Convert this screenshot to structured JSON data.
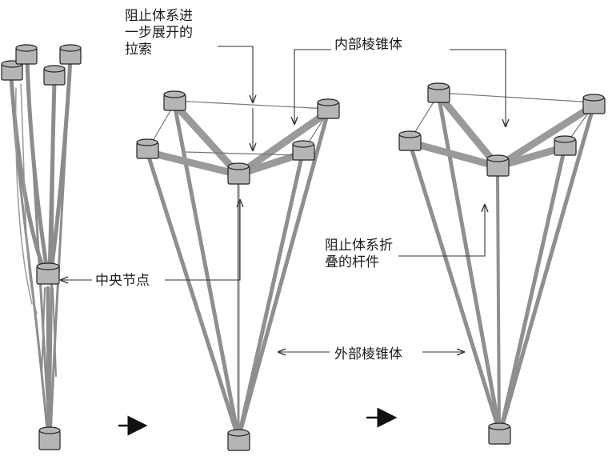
{
  "labels": {
    "restraint_cables": "阻止体系进\n一步展开的\n拉索",
    "inner_pyramid": "内部棱锥体",
    "central_node": "中央节点",
    "restraint_folded_bars": "阻止体系折\n叠的杆件",
    "outer_pyramid": "外部棱锥体"
  },
  "colors": {
    "strut": "#a3a3a3",
    "strut_edge": "#555555",
    "node_fill": "#b5b5b5",
    "node_edge": "#222222",
    "leader": "#333333",
    "text": "#1a1a1a"
  },
  "icons": [
    "arrow-right-icon",
    "arrow-right-icon"
  ]
}
